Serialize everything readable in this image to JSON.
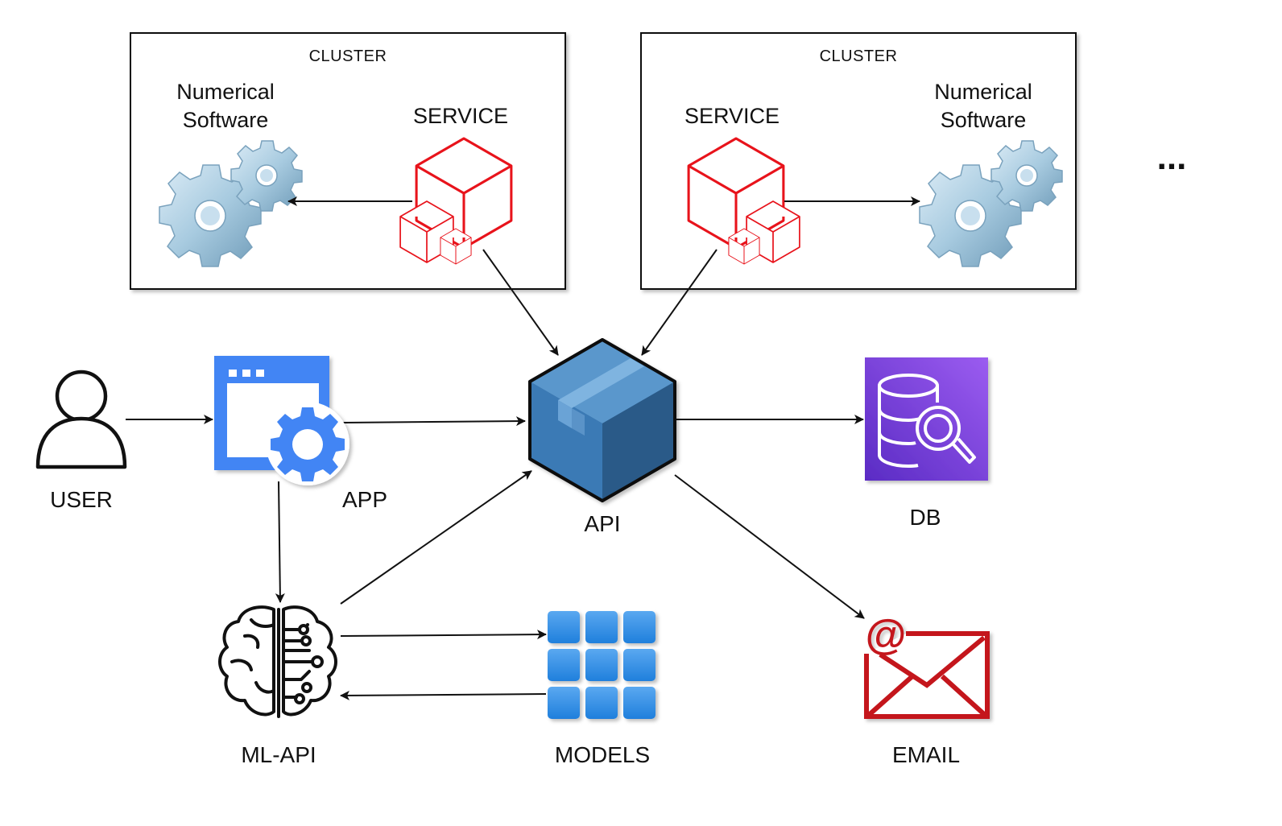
{
  "clusters": [
    {
      "title": "CLUSTER",
      "software_label": [
        "Numerical",
        "Software"
      ],
      "service_label": "SERVICE"
    },
    {
      "title": "CLUSTER",
      "software_label": [
        "Numerical",
        "Software"
      ],
      "service_label": "SERVICE"
    }
  ],
  "more_indicator": "...",
  "nodes": {
    "user": "USER",
    "app": "APP",
    "api": "API",
    "db": "DB",
    "ml_api": "ML-API",
    "models": "MODELS",
    "email": "EMAIL"
  },
  "colors": {
    "service_red": "#e8131b",
    "app_blue": "#4285f4",
    "api_blue": "#3a78b0",
    "db_purple": "#7b3fe4",
    "models_blue": "#2b8fe8",
    "email_red": "#c4161c",
    "gear_blue": "#a9cde3"
  }
}
